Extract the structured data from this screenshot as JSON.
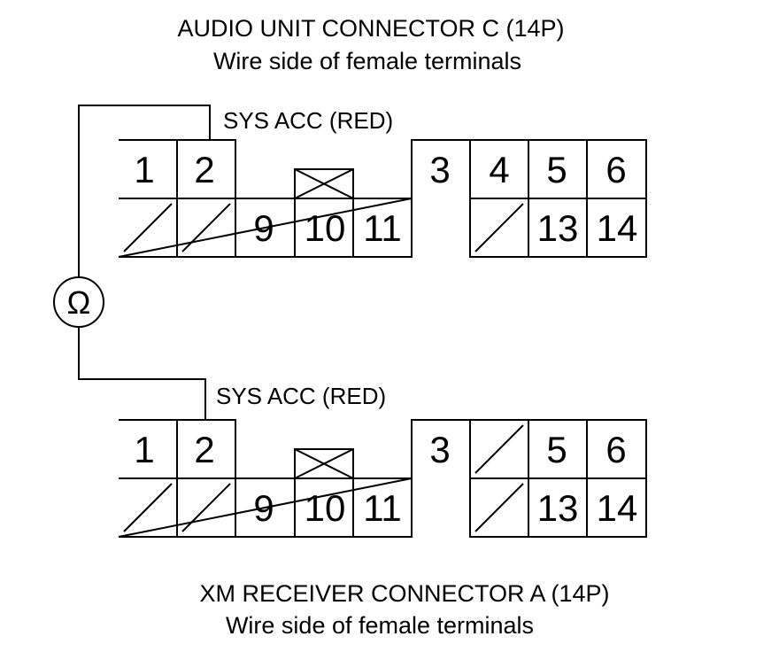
{
  "top_connector": {
    "title": "AUDIO UNIT CONNECTOR C (14P)",
    "subtitle": "Wire side of female terminals",
    "wire_label": "SYS ACC (RED)",
    "pins": {
      "p1": "1",
      "p2": "2",
      "p3": "3",
      "p4": "4",
      "p5": "5",
      "p6": "6",
      "p9": "9",
      "p10": "10",
      "p11": "11",
      "p13": "13",
      "p14": "14"
    }
  },
  "bottom_connector": {
    "title": "XM RECEIVER CONNECTOR A (14P)",
    "subtitle": "Wire side of female terminals",
    "wire_label": "SYS ACC (RED)",
    "pins": {
      "p1": "1",
      "p2": "2",
      "p3": "3",
      "p5": "5",
      "p6": "6",
      "p9": "9",
      "p10": "10",
      "p11": "11",
      "p13": "13",
      "p14": "14"
    }
  },
  "meter": {
    "symbol": "Ω",
    "icon": "ohmmeter-icon"
  },
  "colors": {
    "line": "#000000",
    "background": "#ffffff"
  }
}
